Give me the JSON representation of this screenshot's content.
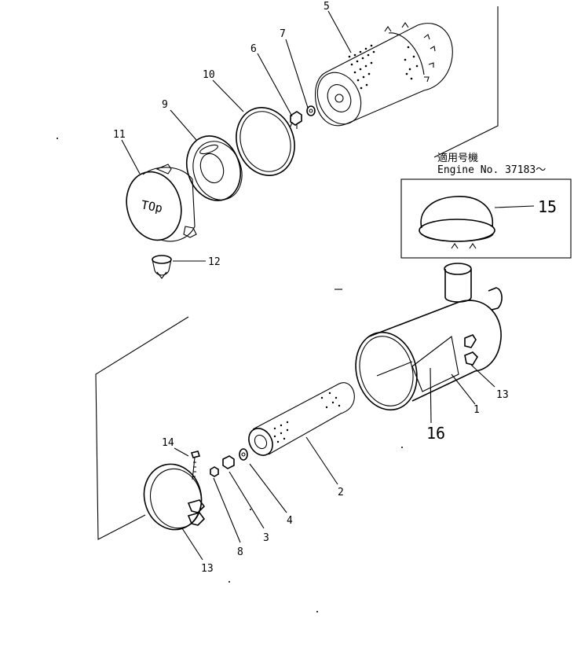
{
  "diagram": {
    "type": "exploded-parts-view",
    "callouts": [
      {
        "id": "1",
        "text": "1"
      },
      {
        "id": "2",
        "text": "2"
      },
      {
        "id": "3",
        "text": "3"
      },
      {
        "id": "4",
        "text": "4"
      },
      {
        "id": "5",
        "text": "5"
      },
      {
        "id": "6",
        "text": "6"
      },
      {
        "id": "7",
        "text": "7"
      },
      {
        "id": "8",
        "text": "8"
      },
      {
        "id": "9",
        "text": "9"
      },
      {
        "id": "10",
        "text": "10"
      },
      {
        "id": "11",
        "text": "11"
      },
      {
        "id": "12",
        "text": "12"
      },
      {
        "id": "13a",
        "text": "13"
      },
      {
        "id": "13b",
        "text": "13"
      },
      {
        "id": "14",
        "text": "14"
      },
      {
        "id": "15",
        "text": "15"
      },
      {
        "id": "16",
        "text": "16"
      }
    ],
    "applicability_note": {
      "line1": "適用号機",
      "line2": "Engine  No. 37183～"
    },
    "cover_marking": "TOp"
  }
}
